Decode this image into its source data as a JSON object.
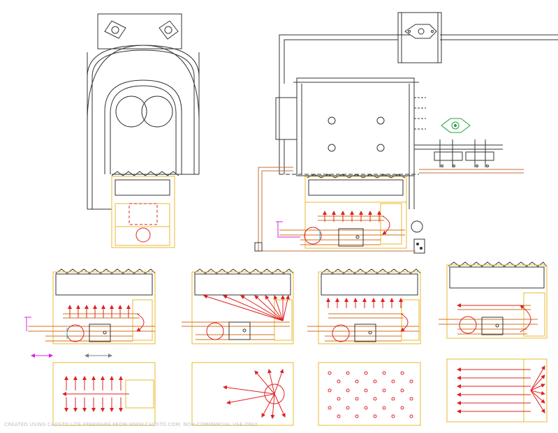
{
  "drawing": {
    "watermark": "CREATED USING CADSTD LITE FREEWARE FROM WWW.CADSTD.COM. NON-COMMERCIAL USE ONLY.",
    "colors": {
      "outline": "#333333",
      "burner_box": "#e8b830",
      "copper_pipe": "#d07020",
      "flame_arrow": "#e02020",
      "valve": "#20a040",
      "gas_line": "#e020e0",
      "grey_arrow": "#808080",
      "pipe_connector": "#20c0e0",
      "plumbing": "#c07040"
    },
    "views": [
      {
        "name": "front-elevation"
      },
      {
        "name": "side-elevation"
      },
      {
        "name": "burner-detail-1"
      },
      {
        "name": "burner-detail-2"
      },
      {
        "name": "burner-detail-3"
      },
      {
        "name": "burner-detail-4"
      },
      {
        "name": "plan-view-1"
      },
      {
        "name": "plan-view-2"
      },
      {
        "name": "plan-view-3"
      },
      {
        "name": "plan-view-4"
      }
    ]
  }
}
